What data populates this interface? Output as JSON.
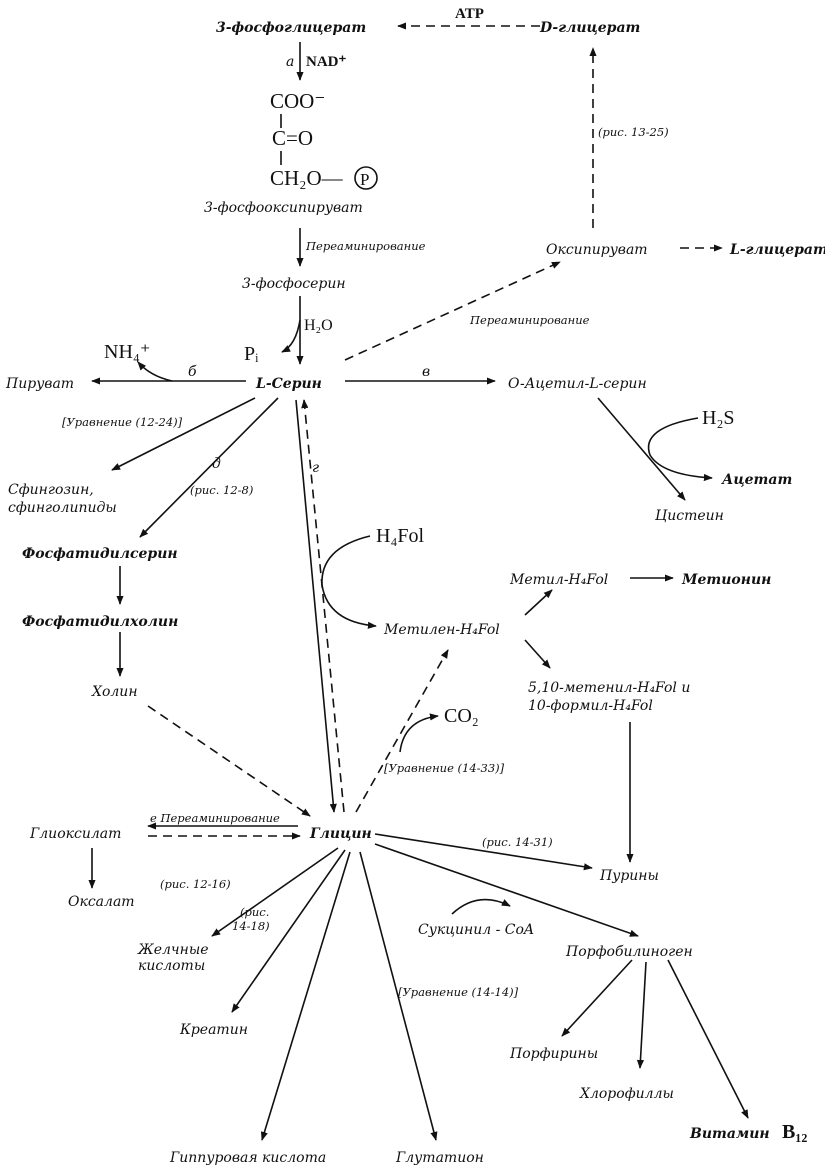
{
  "nodes": {
    "phosphoglycerate": "3-фосфоглицерат",
    "d_glycerate": "D-глицерат",
    "phosphooxypyruvate": "3-фосфооксипируват",
    "phosphoserine": "3-фосфосерин",
    "oxypyruvate": "Оксипируват",
    "l_glycerate": "L-глицерат",
    "serine": "L-Серин",
    "pyruvate": "Пируват",
    "o_acetylserine": "O-Ацетил-L-серин",
    "acetate": "Ацетат",
    "cysteine": "Цистеин",
    "sphingosine_1": "Сфингозин,",
    "sphingosine_2": "сфинголипиды",
    "phosphatidylserine": "Фосфатидилсерин",
    "phosphatidylcholine": "Фосфатидилхолин",
    "choline": "Холин",
    "methylene_h4fol": "Метилен-H₄Fol",
    "methyl_h4fol": "Метил-H₄Fol",
    "methionine": "Метионин",
    "methenyl_1": "5,10-метенил-H₄Fol и",
    "methenyl_2": "10-формил-H₄Fol",
    "glycine": "Глицин",
    "glyoxylate": "Глиоксилат",
    "oxalate": "Оксалат",
    "purines": "Пурины",
    "bile_1": "Желчные",
    "bile_2": "кислоты",
    "creatine": "Креатин",
    "hippuric": "Гиппуровая кислота",
    "glutathione": "Глутатион",
    "porphobilinogen": "Порфобилиноген",
    "porphyrins": "Порфирины",
    "chlorophylls": "Хлорофиллы",
    "vitamin": "Витамин"
  },
  "reagents": {
    "atp": "ATP",
    "nad": "NAD⁺",
    "h2o": "H₂O",
    "pi": "Pᵢ",
    "nh4": "NH₄⁺",
    "h2s": "H₂S",
    "h4fol": "H₄Fol",
    "co2": "CO₂",
    "succinyl_coa": "Сукцинил - CoA",
    "b12": "B₁₂"
  },
  "structure": {
    "line1": "COO⁻",
    "line2": "C=O",
    "line3": "CH₂O—",
    "phosphate": "P"
  },
  "edge_labels": {
    "a": "а",
    "b": "б",
    "v": "в",
    "g": "г",
    "d": "д",
    "e_transam": "е Переаминирование",
    "transam_1": "Переаминирование",
    "transam_2": "Переаминирование",
    "fig_13_25": "(рис. 13-25)",
    "eq_12_24": "[Уравнение (12-24)]",
    "fig_12_8": "(рис. 12-8)",
    "eq_14_33": "[Уравнение (14-33)]",
    "fig_14_31": "(рис. 14-31)",
    "fig_12_16": "(рис. 12-16)",
    "fig_14_18a": "(рис.",
    "fig_14_18b": "14-18)",
    "eq_14_14": "[Уравнение (14-14)]"
  }
}
